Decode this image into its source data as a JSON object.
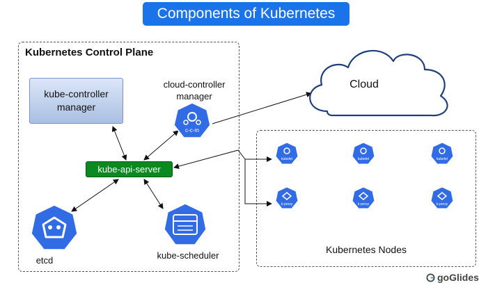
{
  "title": "Components of Kubernetes",
  "control_plane": {
    "title": "Kubernetes Control Plane",
    "kube_controller_manager": "kube-controller\nmanager",
    "cloud_controller_manager": "cloud-controller\nmanager",
    "ccm_icon_text": "c-c-m",
    "kube_api_server": "kube-api-server",
    "etcd": "etcd",
    "kube_scheduler": "kube-scheduler"
  },
  "cloud": {
    "label": "Cloud"
  },
  "nodes": {
    "title": "Kubernetes Nodes",
    "kubelet_label": "kubelet",
    "kproxy_label": "k-proxy"
  },
  "brand": {
    "name": "goGlides"
  },
  "colors": {
    "banner": "#1a73e8",
    "k8s_blue": "#326ce5",
    "api_server_green": "#0a8a1f",
    "kcm_fill": "#b9cbe9",
    "cloud_stroke": "#1f3f7a"
  },
  "icons": {
    "kubernetes": "kubernetes-heptagon-icon",
    "etcd": "etcd-icon",
    "scheduler": "scheduler-icon",
    "cloud": "cloud-shape",
    "brand": "goglides-logo-icon"
  }
}
